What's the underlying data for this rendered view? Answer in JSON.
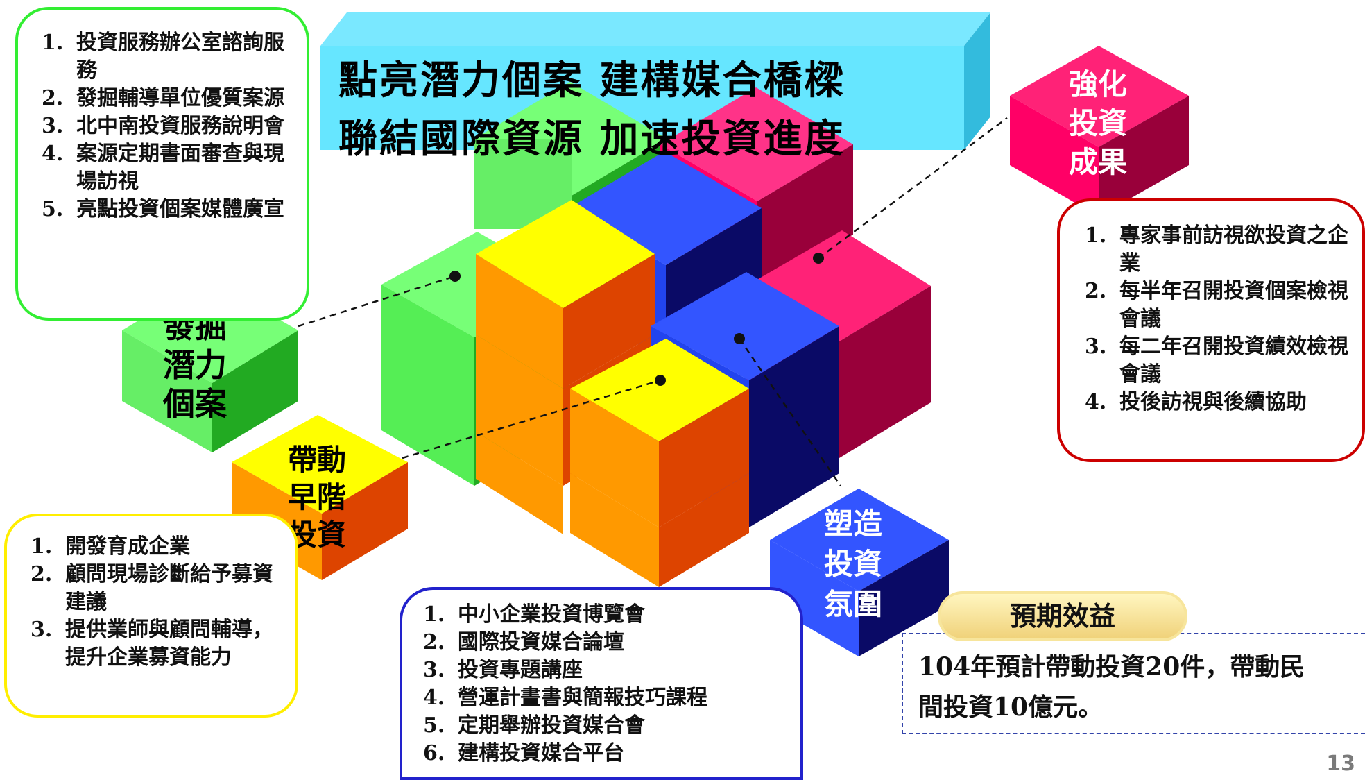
{
  "title_lines": [
    "點亮潛力個案  建構媒合橋樑",
    "聯結國際資源  加速投資進度"
  ],
  "cube_labels": {
    "discover": "發掘\n潛力\n個案",
    "early": "帶動\n早階\n投資",
    "atmosphere": "塑造\n投資\n氛圍",
    "strengthen": "強化\n投資\n成果"
  },
  "lists": {
    "discover": [
      {
        "num": "1.",
        "text": "投資服務辦公室諮詢服務"
      },
      {
        "num": "2.",
        "text": "發掘輔導單位優質案源"
      },
      {
        "num": "3.",
        "text": "北中南投資服務說明會"
      },
      {
        "num": "4.",
        "text": "案源定期書面審查與現場訪視"
      },
      {
        "num": "5.",
        "text": "亮點投資個案媒體廣宣"
      }
    ],
    "early": [
      {
        "num": "1.",
        "text": "開發育成企業"
      },
      {
        "num": "2.",
        "text": "顧問現場診斷給予募資建議"
      },
      {
        "num": "3.",
        "text": "提供業師與顧問輔導，提升企業募資能力"
      }
    ],
    "atmosphere": [
      {
        "num": "1.",
        "text": "中小企業投資博覽會"
      },
      {
        "num": "2.",
        "text": "國際投資媒合論壇"
      },
      {
        "num": "3.",
        "text": "投資專題講座"
      },
      {
        "num": "4.",
        "text": "營運計畫書與簡報技巧課程"
      },
      {
        "num": "5.",
        "text": "定期舉辦投資媒合會"
      },
      {
        "num": "6.",
        "text": "建構投資媒合平台"
      }
    ],
    "strengthen": [
      {
        "num": "1.",
        "text": "專家事前訪視欲投資之企業"
      },
      {
        "num": "2.",
        "text": "每半年召開投資個案檢視會議"
      },
      {
        "num": "3.",
        "text": "每二年召開投資績效檢視會議"
      },
      {
        "num": "4.",
        "text": "投後訪視與後續協助"
      }
    ]
  },
  "benefit": {
    "label": "預期效益",
    "text_line1": "104年預計帶動投資20件，帶動民",
    "text_line2": "間投資10億元。"
  },
  "page_number": "13",
  "colors": {
    "green": "#66ff66",
    "yellow": "#ffff00",
    "orange": "#ff9900",
    "blue": "#3355ff",
    "magenta": "#ff0066",
    "cyan": "#66e6ff"
  }
}
